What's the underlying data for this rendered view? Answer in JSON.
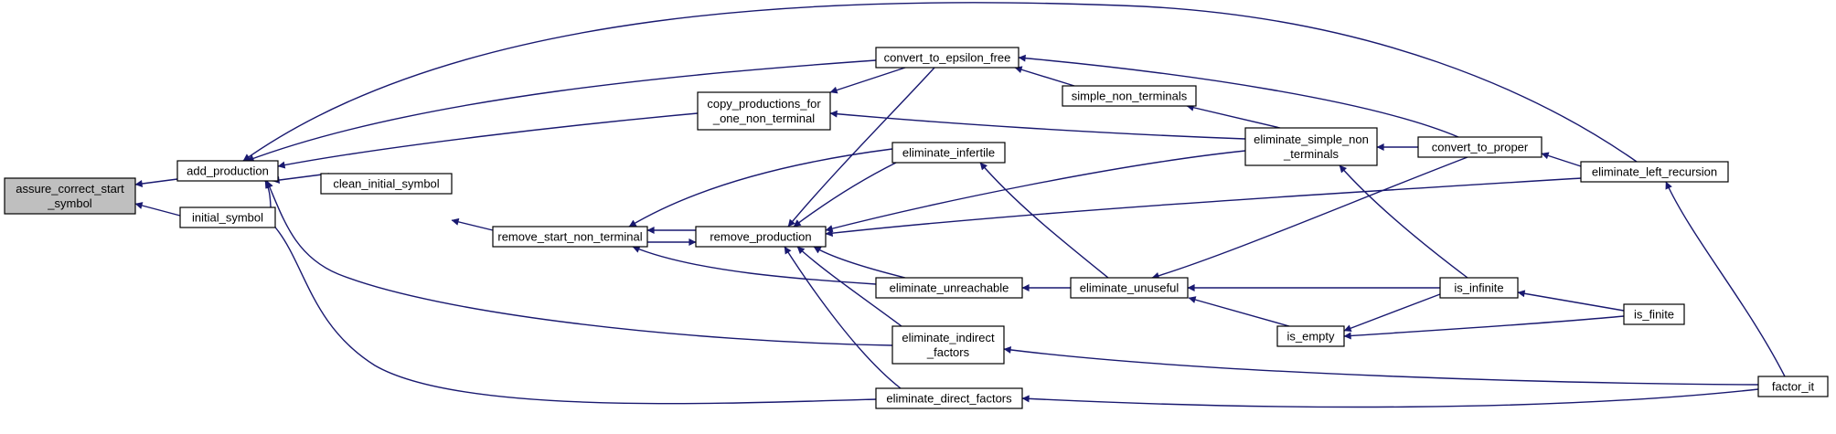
{
  "graph": {
    "edge_color": "#191970",
    "nodes": [
      {
        "id": "assure_correct_start_symbol",
        "lines": [
          "assure_correct_start",
          "_symbol"
        ],
        "highlight": true
      },
      {
        "id": "add_production",
        "lines": [
          "add_production"
        ]
      },
      {
        "id": "initial_symbol",
        "lines": [
          "initial_symbol"
        ]
      },
      {
        "id": "clean_initial_symbol",
        "lines": [
          "clean_initial_symbol"
        ]
      },
      {
        "id": "remove_start_non_terminal",
        "lines": [
          "remove_start_non_terminal"
        ]
      },
      {
        "id": "remove_production",
        "lines": [
          "remove_production"
        ]
      },
      {
        "id": "copy_productions_for_one_non_terminal",
        "lines": [
          "copy_productions_for",
          "_one_non_terminal"
        ]
      },
      {
        "id": "convert_to_epsilon_free",
        "lines": [
          "convert_to_epsilon_free"
        ]
      },
      {
        "id": "eliminate_infertile",
        "lines": [
          "eliminate_infertile"
        ]
      },
      {
        "id": "eliminate_unreachable",
        "lines": [
          "eliminate_unreachable"
        ]
      },
      {
        "id": "eliminate_indirect_factors",
        "lines": [
          "eliminate_indirect",
          "_factors"
        ]
      },
      {
        "id": "eliminate_direct_factors",
        "lines": [
          "eliminate_direct_factors"
        ]
      },
      {
        "id": "simple_non_terminals",
        "lines": [
          "simple_non_terminals"
        ]
      },
      {
        "id": "eliminate_unuseful",
        "lines": [
          "eliminate_unuseful"
        ]
      },
      {
        "id": "eliminate_simple_non_terminals",
        "lines": [
          "eliminate_simple_non",
          "_terminals"
        ]
      },
      {
        "id": "is_empty",
        "lines": [
          "is_empty"
        ]
      },
      {
        "id": "convert_to_proper",
        "lines": [
          "convert_to_proper"
        ]
      },
      {
        "id": "is_infinite",
        "lines": [
          "is_infinite"
        ]
      },
      {
        "id": "eliminate_left_recursion",
        "lines": [
          "eliminate_left_recursion"
        ]
      },
      {
        "id": "is_finite",
        "lines": [
          "is_finite"
        ]
      },
      {
        "id": "factor_it",
        "lines": [
          "factor_it"
        ]
      }
    ],
    "edges": [
      {
        "from": "add_production",
        "to": "assure_correct_start_symbol"
      },
      {
        "from": "initial_symbol",
        "to": "assure_correct_start_symbol"
      },
      {
        "from": "copy_productions_for_one_non_terminal",
        "to": "add_production"
      },
      {
        "from": "convert_to_epsilon_free",
        "to": "add_production"
      },
      {
        "from": "eliminate_left_recursion",
        "to": "add_production"
      },
      {
        "from": "clean_initial_symbol",
        "to": "add_production"
      },
      {
        "from": "eliminate_indirect_factors",
        "to": "add_production"
      },
      {
        "from": "eliminate_direct_factors",
        "to": "add_production"
      },
      {
        "from": "remove_start_non_terminal",
        "to": "clean_initial_symbol"
      },
      {
        "from": "eliminate_infertile",
        "to": "remove_start_non_terminal"
      },
      {
        "from": "remove_production",
        "to": "remove_start_non_terminal"
      },
      {
        "from": "remove_start_non_terminal",
        "to": "remove_production"
      },
      {
        "from": "eliminate_unreachable",
        "to": "remove_start_non_terminal"
      },
      {
        "from": "convert_to_epsilon_free",
        "to": "remove_production"
      },
      {
        "from": "eliminate_infertile",
        "to": "remove_production"
      },
      {
        "from": "eliminate_simple_non_terminals",
        "to": "remove_production"
      },
      {
        "from": "eliminate_left_recursion",
        "to": "remove_production"
      },
      {
        "from": "eliminate_unreachable",
        "to": "remove_production"
      },
      {
        "from": "eliminate_indirect_factors",
        "to": "remove_production"
      },
      {
        "from": "eliminate_direct_factors",
        "to": "remove_production"
      },
      {
        "from": "convert_to_epsilon_free",
        "to": "copy_productions_for_one_non_terminal"
      },
      {
        "from": "eliminate_simple_non_terminals",
        "to": "copy_productions_for_one_non_terminal"
      },
      {
        "from": "simple_non_terminals",
        "to": "convert_to_epsilon_free"
      },
      {
        "from": "convert_to_proper",
        "to": "convert_to_epsilon_free"
      },
      {
        "from": "eliminate_unuseful",
        "to": "eliminate_infertile"
      },
      {
        "from": "eliminate_unuseful",
        "to": "eliminate_unreachable"
      },
      {
        "from": "factor_it",
        "to": "eliminate_indirect_factors"
      },
      {
        "from": "factor_it",
        "to": "eliminate_direct_factors"
      },
      {
        "from": "eliminate_simple_non_terminals",
        "to": "simple_non_terminals"
      },
      {
        "from": "convert_to_proper",
        "to": "eliminate_simple_non_terminals"
      },
      {
        "from": "is_infinite",
        "to": "eliminate_simple_non_terminals"
      },
      {
        "from": "convert_to_proper",
        "to": "eliminate_unuseful"
      },
      {
        "from": "is_infinite",
        "to": "eliminate_unuseful"
      },
      {
        "from": "is_empty",
        "to": "eliminate_unuseful"
      },
      {
        "from": "eliminate_left_recursion",
        "to": "convert_to_proper"
      },
      {
        "from": "is_infinite",
        "to": "is_empty"
      },
      {
        "from": "is_finite",
        "to": "is_empty"
      },
      {
        "from": "is_finite",
        "to": "is_infinite"
      },
      {
        "from": "factor_it",
        "to": "eliminate_left_recursion"
      }
    ]
  }
}
